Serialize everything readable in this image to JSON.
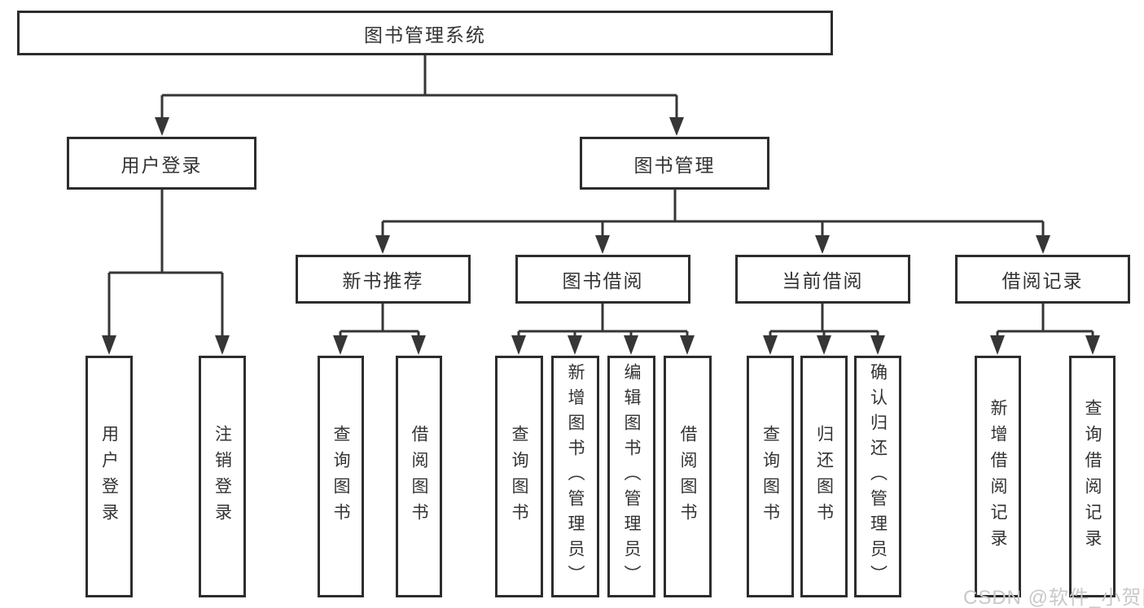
{
  "tree": {
    "root": {
      "label": "图书管理系统",
      "children": [
        {
          "label": "用户登录",
          "children": [
            {
              "label": "用户登录"
            },
            {
              "label": "注销登录"
            }
          ]
        },
        {
          "label": "图书管理",
          "children": [
            {
              "label": "新书推荐",
              "children": [
                {
                  "label": "查询图书"
                },
                {
                  "label": "借阅图书"
                }
              ]
            },
            {
              "label": "图书借阅",
              "children": [
                {
                  "label": "查询图书"
                },
                {
                  "label": "新增图书（管理员）"
                },
                {
                  "label": "编辑图书（管理员）"
                },
                {
                  "label": "借阅图书"
                }
              ]
            },
            {
              "label": "当前借阅",
              "children": [
                {
                  "label": "查询图书"
                },
                {
                  "label": "归还图书"
                },
                {
                  "label": "确认归还（管理员）"
                }
              ]
            },
            {
              "label": "借阅记录",
              "children": [
                {
                  "label": "新增借阅记录"
                },
                {
                  "label": "查询借阅记录"
                }
              ]
            }
          ]
        }
      ]
    }
  },
  "watermark": {
    "text": "CSDN @软件_小贺同学"
  },
  "colors": {
    "background": "#ffffff",
    "line": "#363636",
    "box_border": "#2d2d2d",
    "box_fill": "#ffffff",
    "text": "#333333",
    "watermark": "#c8c8c8"
  }
}
